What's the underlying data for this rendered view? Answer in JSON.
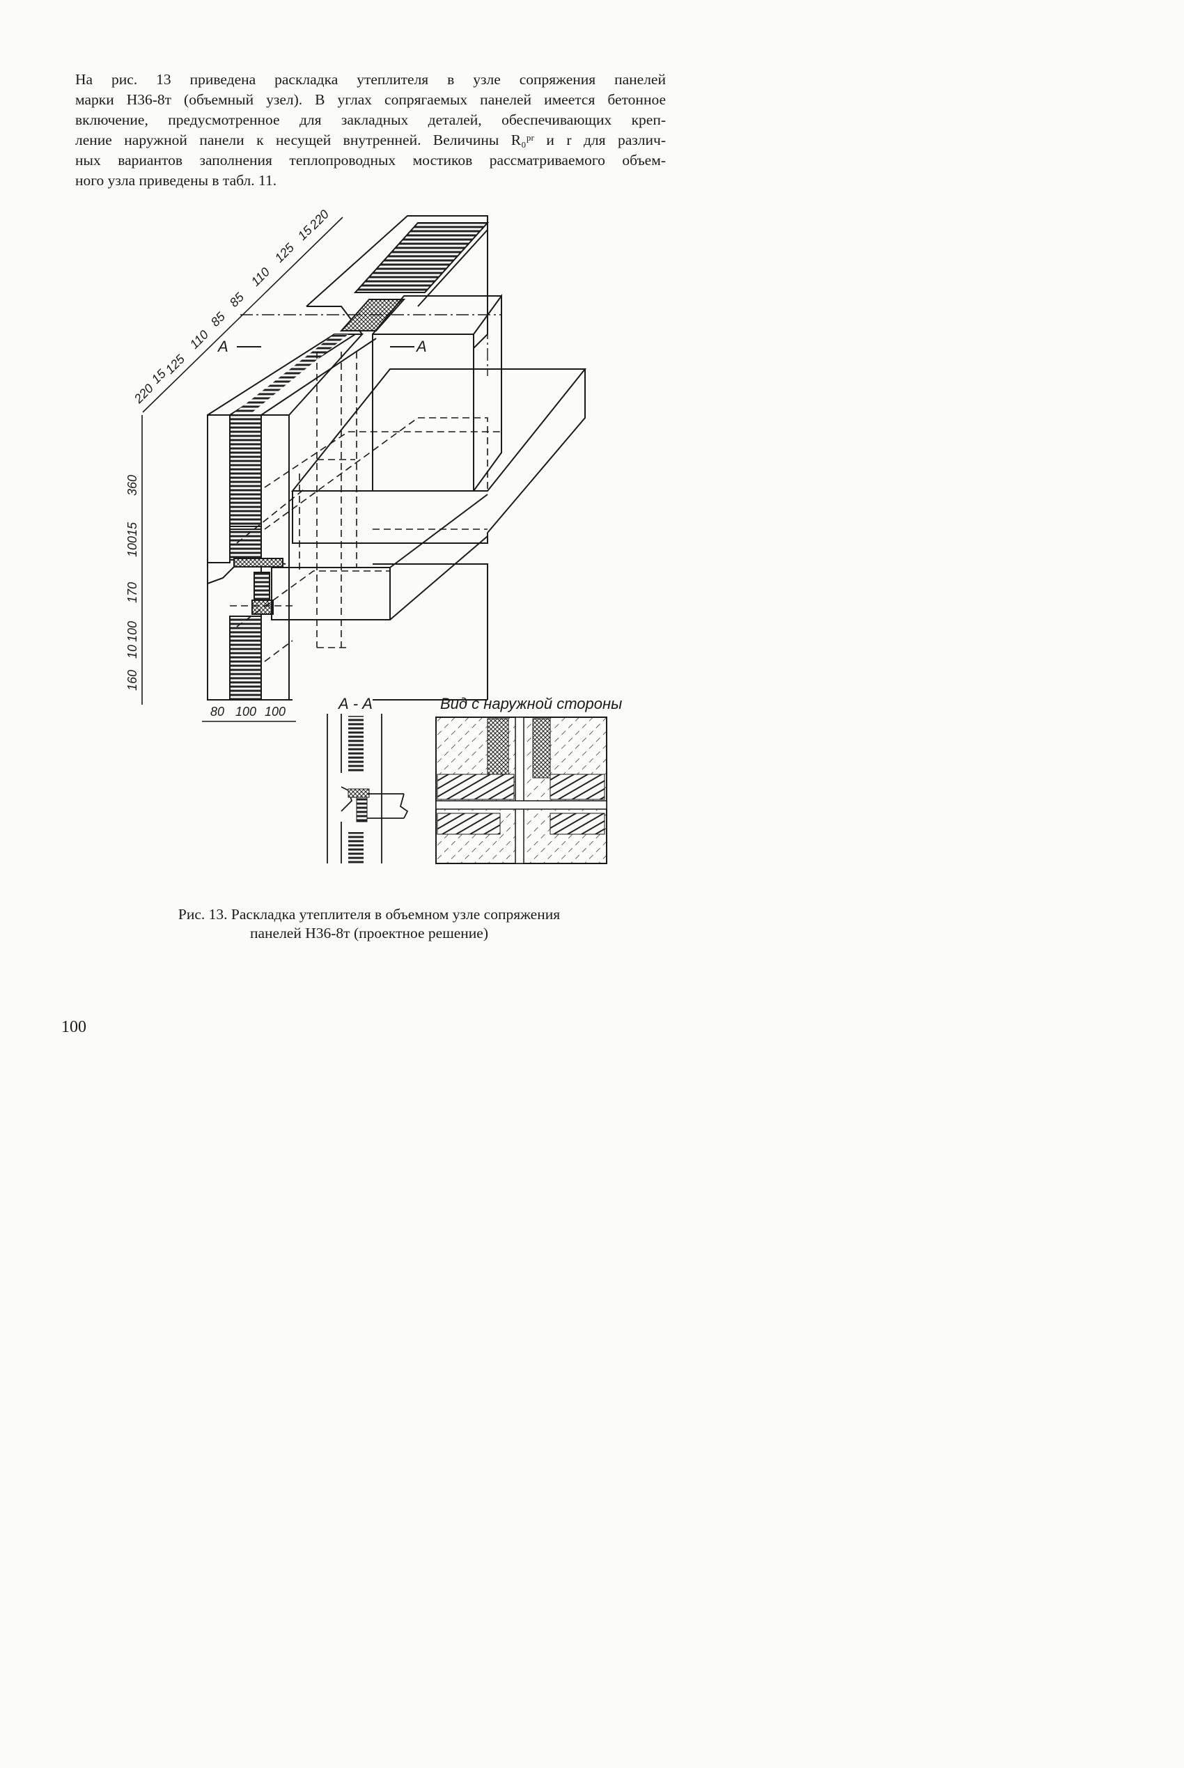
{
  "paragraph": {
    "lines": [
      "На рис. 13 приведена раскладка утеплителя в узле сопряжения панелей",
      "марки Н36-8т (объемный узел). В углах сопрягаемых панелей имеется бетонное",
      "включение, предусмотренное для закладных деталей, обеспечивающих креп-",
      "ление наружной панели к несущей внутренней. Величины R₀ᵖʳ и r для различ-",
      "ных вариантов заполнения теплопроводных мостиков рассматриваемого объем-",
      "ного узла приведены в табл. 11."
    ]
  },
  "figure": {
    "section_marks": {
      "left": "А",
      "right": "А"
    },
    "diag_dims": [
      "220",
      "15",
      "125",
      "110",
      "85",
      "85",
      "110",
      "125",
      "15",
      "220"
    ],
    "vert_dims": [
      "360",
      "15",
      "100",
      "170",
      "100",
      "10",
      "160"
    ],
    "bottom_dims": [
      "80",
      "100",
      "100"
    ],
    "section_label": "А - А",
    "view_label": "Вид с наружной стороны"
  },
  "caption": {
    "line1": "Рис. 13. Раскладка утеплителя в объемном узле сопряжения",
    "line2": "панелей Н36-8т (проектное решение)"
  },
  "page_number": "100"
}
